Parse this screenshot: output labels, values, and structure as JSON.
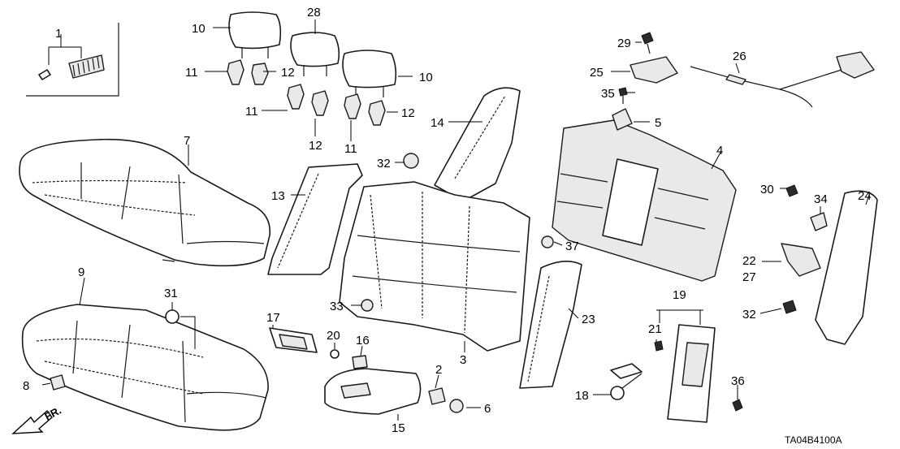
{
  "diagram_code": "TA04B4100A",
  "front_marker": "FR.",
  "callouts": {
    "c1": "1",
    "c2": "2",
    "c3": "3",
    "c4": "4",
    "c5": "5",
    "c6": "6",
    "c7": "7",
    "c8": "8",
    "c9": "9",
    "c10a": "10",
    "c10b": "10",
    "c11a": "11",
    "c11b": "11",
    "c11c": "11",
    "c12a": "12",
    "c12b": "12",
    "c12c": "12",
    "c13": "13",
    "c14": "14",
    "c15": "15",
    "c16": "16",
    "c17": "17",
    "c18": "18",
    "c19": "19",
    "c20": "20",
    "c21": "21",
    "c22": "22",
    "c23": "23",
    "c24": "24",
    "c25": "25",
    "c26": "26",
    "c27": "27",
    "c28": "28",
    "c29": "29",
    "c30": "30",
    "c31": "31",
    "c32a": "32",
    "c32b": "32",
    "c33": "33",
    "c34": "34",
    "c35": "35",
    "c36": "36",
    "c37": "37"
  }
}
